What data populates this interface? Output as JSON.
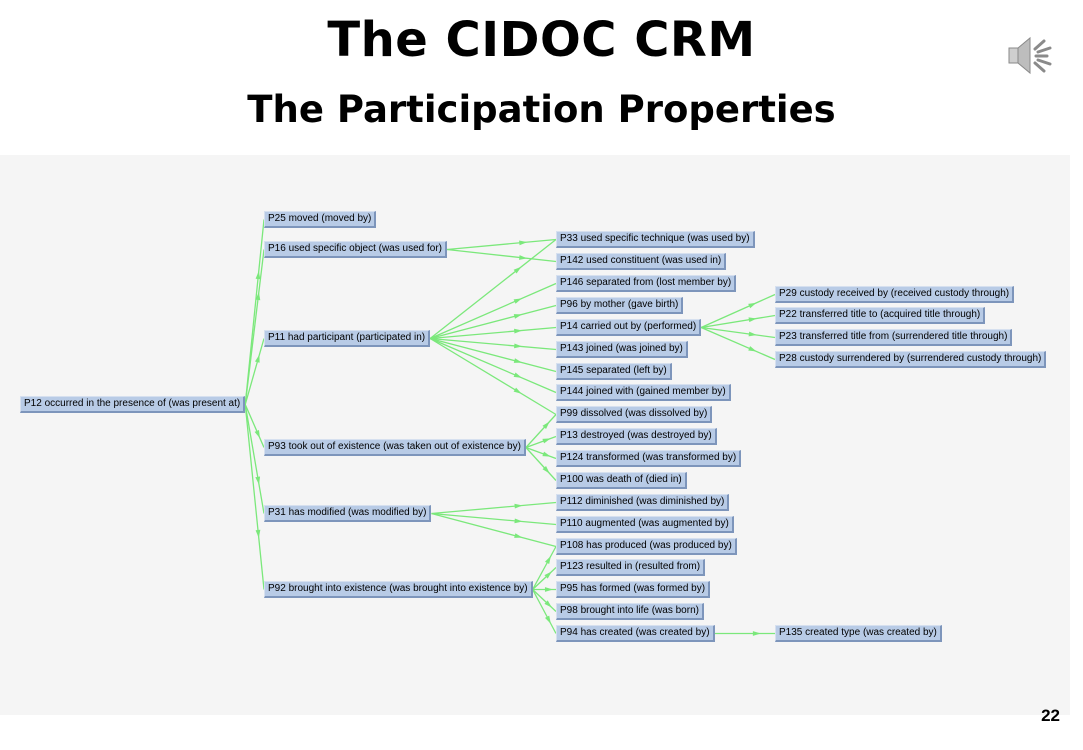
{
  "slide": {
    "title": "The CIDOC CRM",
    "subtitle": "The Participation Properties",
    "page_number": "22"
  },
  "icons": {
    "speaker": "speaker-icon"
  },
  "colors": {
    "edge": "#7be87b",
    "node_fill": "#b8cbe6",
    "panel": "#f5f5f5"
  },
  "nodes": [
    {
      "id": "p12",
      "label": "P12 occurred in the presence of (was present at)"
    },
    {
      "id": "p25",
      "label": "P25 moved (moved by)"
    },
    {
      "id": "p16",
      "label": "P16 used specific object (was used for)"
    },
    {
      "id": "p11",
      "label": "P11 had participant (participated in)"
    },
    {
      "id": "p93",
      "label": "P93 took out of existence (was taken out of existence by)"
    },
    {
      "id": "p31",
      "label": "P31 has modified (was modified by)"
    },
    {
      "id": "p92",
      "label": "P92 brought into existence (was brought into existence by)"
    },
    {
      "id": "p33",
      "label": "P33 used specific technique (was used by)"
    },
    {
      "id": "p142",
      "label": "P142 used constituent (was used in)"
    },
    {
      "id": "p146",
      "label": "P146 separated from (lost member by)"
    },
    {
      "id": "p96",
      "label": "P96 by mother (gave birth)"
    },
    {
      "id": "p14",
      "label": "P14 carried out by (performed)"
    },
    {
      "id": "p143",
      "label": "P143 joined (was joined by)"
    },
    {
      "id": "p145",
      "label": "P145 separated (left by)"
    },
    {
      "id": "p144",
      "label": "P144 joined with (gained member by)"
    },
    {
      "id": "p99",
      "label": "P99 dissolved (was dissolved by)"
    },
    {
      "id": "p13",
      "label": "P13 destroyed (was destroyed by)"
    },
    {
      "id": "p124",
      "label": "P124 transformed (was transformed by)"
    },
    {
      "id": "p100",
      "label": "P100 was death of (died in)"
    },
    {
      "id": "p112",
      "label": "P112 diminished (was diminished by)"
    },
    {
      "id": "p110",
      "label": "P110 augmented (was augmented by)"
    },
    {
      "id": "p108",
      "label": "P108 has produced (was produced by)"
    },
    {
      "id": "p123",
      "label": "P123 resulted in (resulted from)"
    },
    {
      "id": "p95",
      "label": "P95 has formed (was formed by)"
    },
    {
      "id": "p98",
      "label": "P98 brought into life (was born)"
    },
    {
      "id": "p94",
      "label": "P94 has created (was created by)"
    },
    {
      "id": "p29",
      "label": "P29 custody received by (received custody through)"
    },
    {
      "id": "p22",
      "label": "P22 transferred title to (acquired title through)"
    },
    {
      "id": "p23",
      "label": "P23 transferred title from (surrendered title through)"
    },
    {
      "id": "p28",
      "label": "P28 custody surrendered by (surrendered custody through)"
    },
    {
      "id": "p135",
      "label": "P135 created type (was created by)"
    }
  ],
  "edges": [
    [
      "p12",
      "p25"
    ],
    [
      "p12",
      "p16"
    ],
    [
      "p12",
      "p11"
    ],
    [
      "p12",
      "p93"
    ],
    [
      "p12",
      "p31"
    ],
    [
      "p12",
      "p92"
    ],
    [
      "p16",
      "p33"
    ],
    [
      "p16",
      "p142"
    ],
    [
      "p11",
      "p33"
    ],
    [
      "p11",
      "p146"
    ],
    [
      "p11",
      "p96"
    ],
    [
      "p11",
      "p14"
    ],
    [
      "p11",
      "p143"
    ],
    [
      "p11",
      "p145"
    ],
    [
      "p11",
      "p144"
    ],
    [
      "p11",
      "p99"
    ],
    [
      "p93",
      "p99"
    ],
    [
      "p93",
      "p13"
    ],
    [
      "p93",
      "p124"
    ],
    [
      "p93",
      "p100"
    ],
    [
      "p31",
      "p112"
    ],
    [
      "p31",
      "p110"
    ],
    [
      "p31",
      "p108"
    ],
    [
      "p92",
      "p108"
    ],
    [
      "p92",
      "p123"
    ],
    [
      "p92",
      "p95"
    ],
    [
      "p92",
      "p98"
    ],
    [
      "p92",
      "p94"
    ],
    [
      "p14",
      "p29"
    ],
    [
      "p14",
      "p22"
    ],
    [
      "p14",
      "p23"
    ],
    [
      "p14",
      "p28"
    ],
    [
      "p94",
      "p135"
    ]
  ]
}
